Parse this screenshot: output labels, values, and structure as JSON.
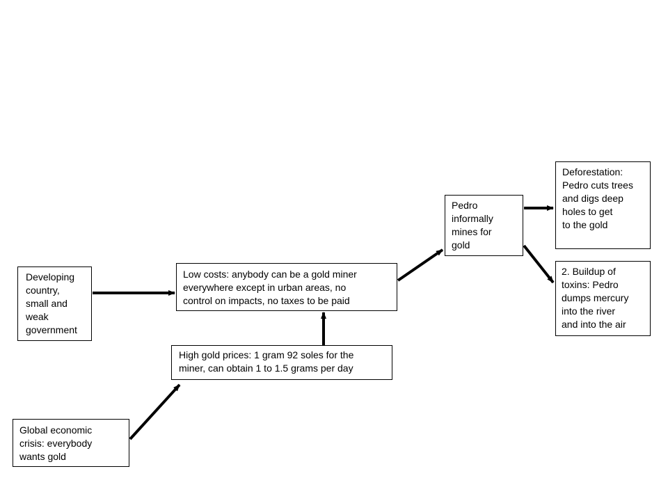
{
  "diagram": {
    "nodes": {
      "developing_country": {
        "lines": [
          "Developing",
          "country,",
          "small and",
          "weak",
          "government"
        ]
      },
      "low_costs": {
        "lines": [
          "Low costs: anybody can be a gold miner",
          "everywhere except in urban areas, no",
          "control on impacts, no taxes to be paid"
        ]
      },
      "high_gold_prices": {
        "lines": [
          "High gold prices: 1 gram 92 soles for the",
          "miner, can obtain 1 to 1.5 grams per day"
        ]
      },
      "global_crisis": {
        "lines": [
          "Global economic",
          "crisis: everybody",
          "wants gold"
        ]
      },
      "pedro_mines": {
        "lines": [
          "Pedro",
          "informally",
          "mines for",
          "gold"
        ]
      },
      "deforestation": {
        "lines": [
          "Deforestation:",
          "Pedro cuts trees",
          "and digs deep",
          "holes to get",
          "to the gold"
        ]
      },
      "buildup_toxins": {
        "lines": [
          "2. Buildup of",
          "toxins: Pedro",
          "dumps mercury",
          "into the river",
          "and into the air"
        ]
      }
    },
    "edges": [
      {
        "from": "developing_country",
        "to": "low_costs"
      },
      {
        "from": "global_crisis",
        "to": "high_gold_prices"
      },
      {
        "from": "high_gold_prices",
        "to": "low_costs"
      },
      {
        "from": "low_costs",
        "to": "pedro_mines"
      },
      {
        "from": "pedro_mines",
        "to": "deforestation"
      },
      {
        "from": "pedro_mines",
        "to": "buildup_toxins"
      }
    ],
    "colors": {
      "stroke": "#000000",
      "box_fill": "#ffffff",
      "text": "#000000"
    }
  }
}
